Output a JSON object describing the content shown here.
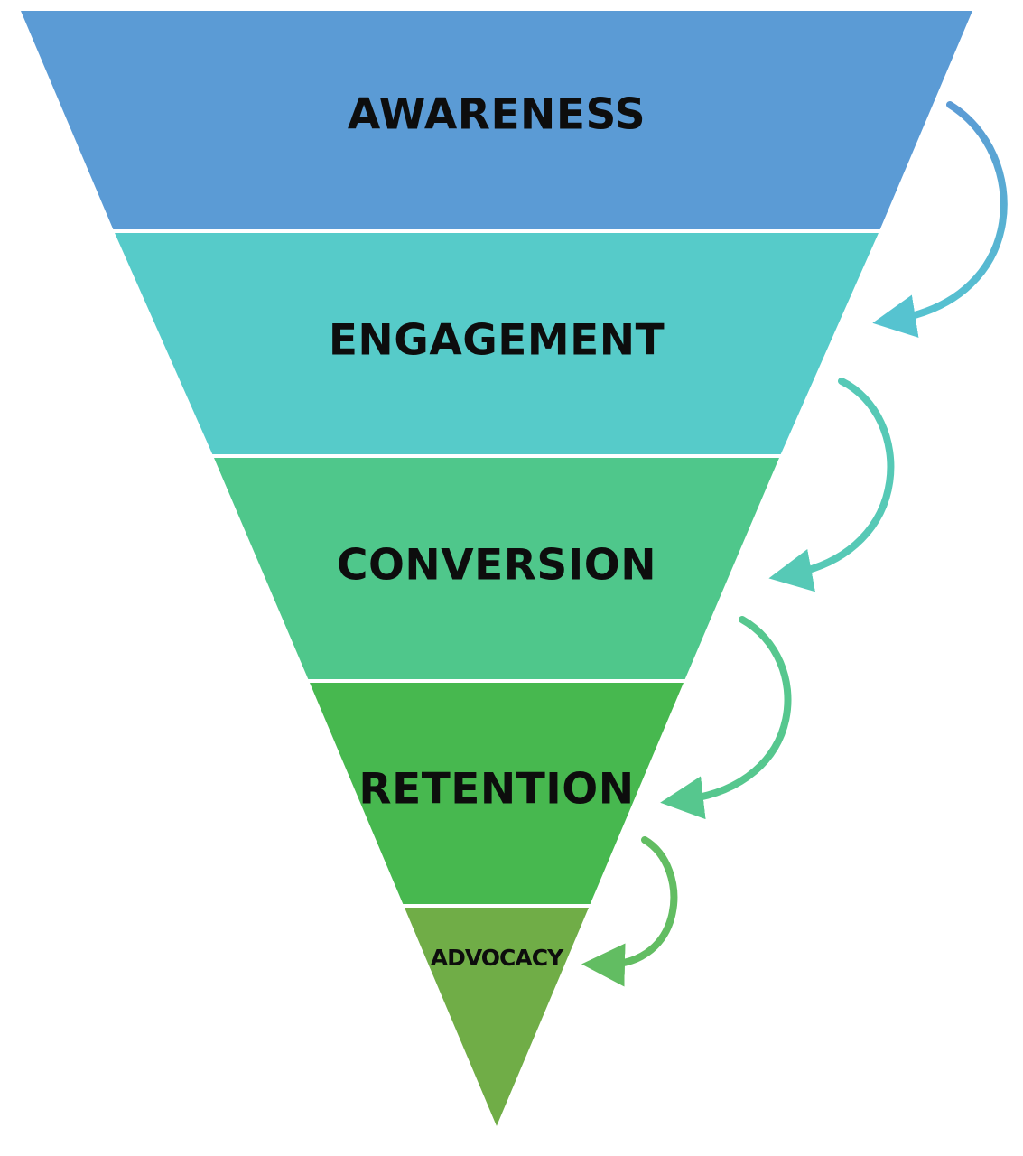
{
  "funnel": {
    "stages": [
      {
        "id": "awareness",
        "label": "AWARENESS",
        "color": "#5b9bd5"
      },
      {
        "id": "engagement",
        "label": "ENGAGEMENT",
        "color": "#56cbc9"
      },
      {
        "id": "conversion",
        "label": "CONVERSION",
        "color": "#4fc78b"
      },
      {
        "id": "retention",
        "label": "RETENTION",
        "color": "#47b84f"
      },
      {
        "id": "advocacy",
        "label": "ADVOCACY",
        "color": "#70ad47"
      }
    ],
    "divider_color": "#ffffff"
  },
  "arrows": {
    "colors": [
      "#56c3d0",
      "#56c9b6",
      "#56c78e",
      "#62bd62"
    ],
    "gradient_start_color": "#5b9bd5"
  }
}
